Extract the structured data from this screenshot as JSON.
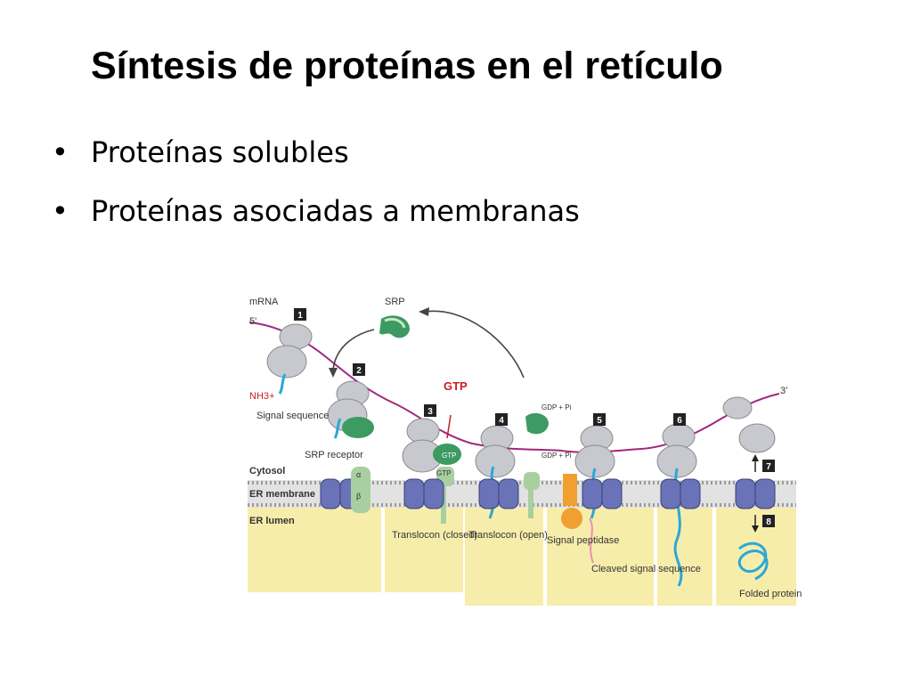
{
  "slide": {
    "title": "Síntesis de proteínas en el retículo",
    "bullets": [
      {
        "text": "Proteínas solubles"
      },
      {
        "text": "Proteínas asociadas a membranas"
      }
    ],
    "bullet_glyph": "•"
  },
  "diagram": {
    "labels": {
      "mrna": "mRNA",
      "five_prime": "5'",
      "three_prime": "3'",
      "srp": "SRP",
      "nh3": "NH3+",
      "signal_sequence": "Signal sequence",
      "gtp_main": "GTP",
      "gtp_small_1": "GTP",
      "gtp_small_2": "GTP",
      "gdp_pi_1": "GDP + Pi",
      "gdp_pi_2": "GDP + Pi",
      "srp_receptor": "SRP receptor",
      "alpha": "α",
      "beta": "β",
      "cytosol": "Cytosol",
      "er_membrane": "ER membrane",
      "er_lumen": "ER lumen",
      "translocon_closed": "Translocon (closed)",
      "translocon_open": "Translocon (open)",
      "signal_peptidase": "Signal peptidase",
      "cleaved_signal_sequence": "Cleaved signal sequence",
      "folded_protein": "Folded protein"
    },
    "steps": [
      "1",
      "2",
      "3",
      "4",
      "5",
      "6",
      "7",
      "8"
    ],
    "colors": {
      "mrna": "#a0287a",
      "ribosome": "#c8c9ce",
      "srp": "#3c9a62",
      "translocon": "#6a73b8",
      "receptor": "#a8cfa0",
      "lumen": "#f7edab",
      "peptide": "#2aa8d8",
      "peptidase": "#f0a030",
      "gtp": "#c81e1e"
    }
  }
}
